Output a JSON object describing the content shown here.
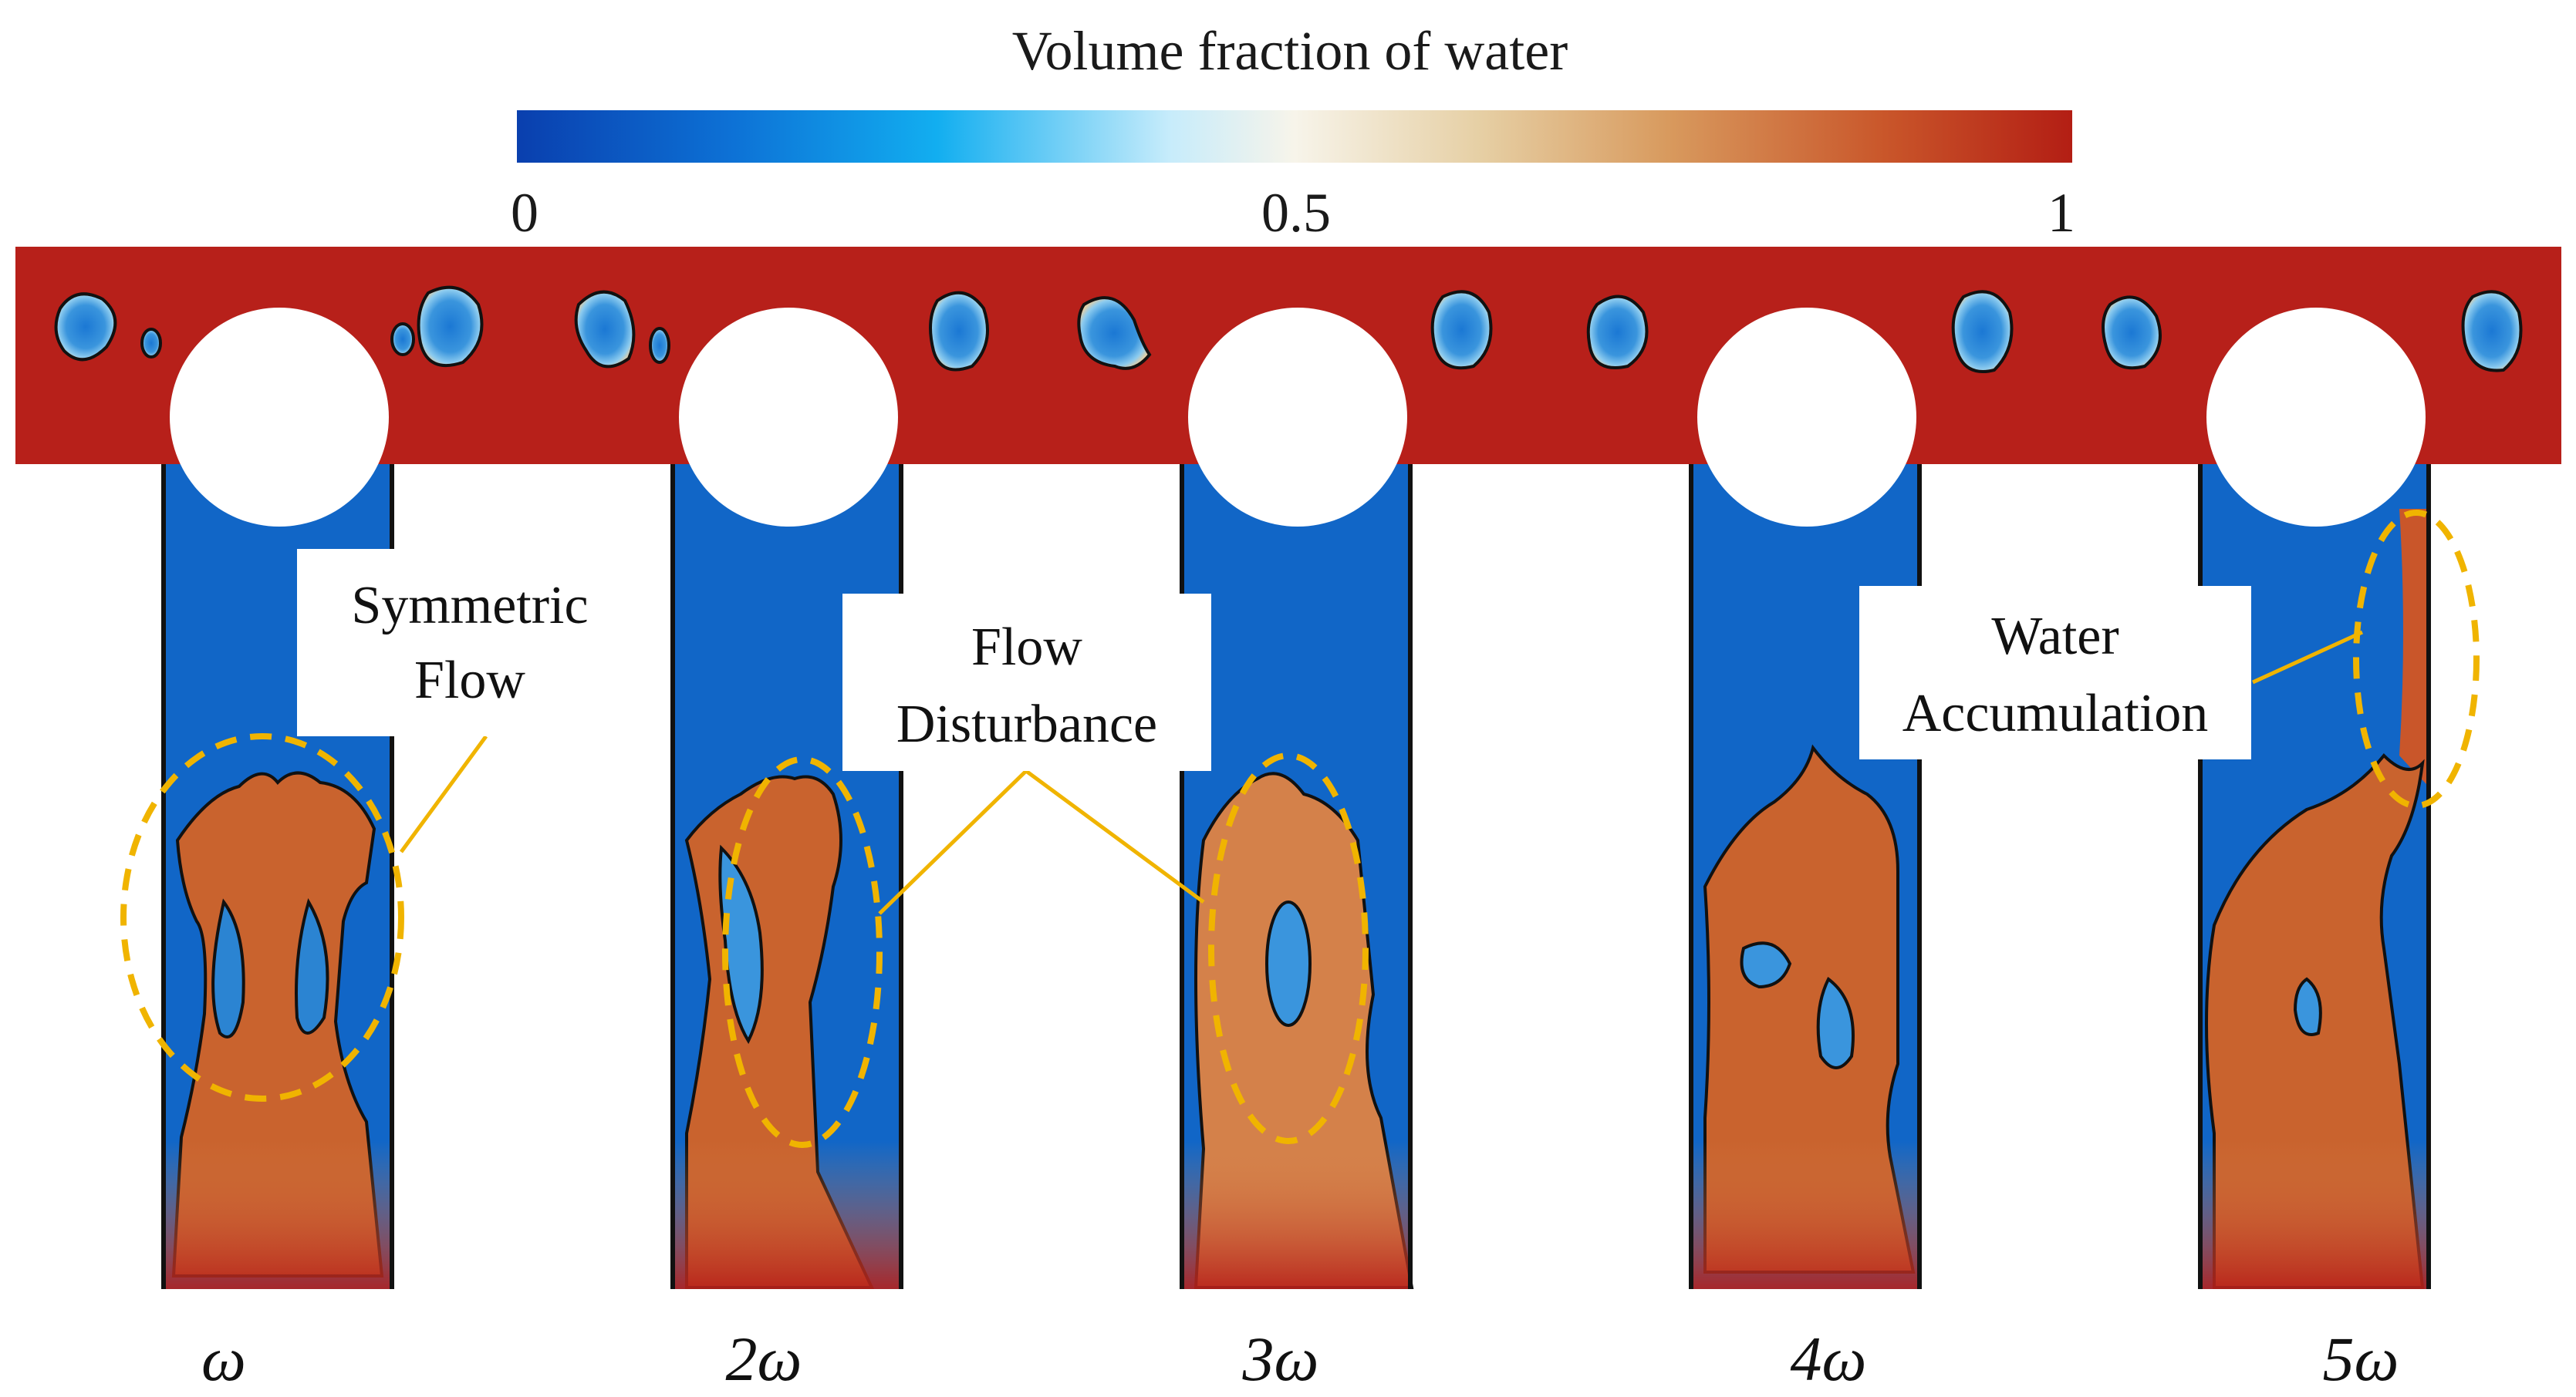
{
  "colorbar": {
    "title": "Volume fraction of water",
    "tick_min": "0",
    "tick_mid": "0.5",
    "tick_max": "1",
    "colors": [
      "#0a3fae",
      "#0d72d6",
      "#12aef0",
      "#c7ecfb",
      "#f7f4ea",
      "#e6cfa4",
      "#d89a5e",
      "#c9562a",
      "#b31e14"
    ]
  },
  "colors": {
    "water": "#b7201a",
    "gas": "#1166c7",
    "mixed": "#d78a4e",
    "light": "#7dc6f0",
    "highlight": "#f0b400"
  },
  "channels": [
    {
      "label": "ω"
    },
    {
      "label": "2ω"
    },
    {
      "label": "3ω"
    },
    {
      "label": "4ω"
    },
    {
      "label": "5ω"
    }
  ],
  "annotations": {
    "symmetric": {
      "line1": "Symmetric",
      "line2": "Flow"
    },
    "disturbance": {
      "line1": "Flow",
      "line2": "Disturbance"
    },
    "accumulation": {
      "line1": "Water",
      "line2": "Accumulation"
    }
  }
}
